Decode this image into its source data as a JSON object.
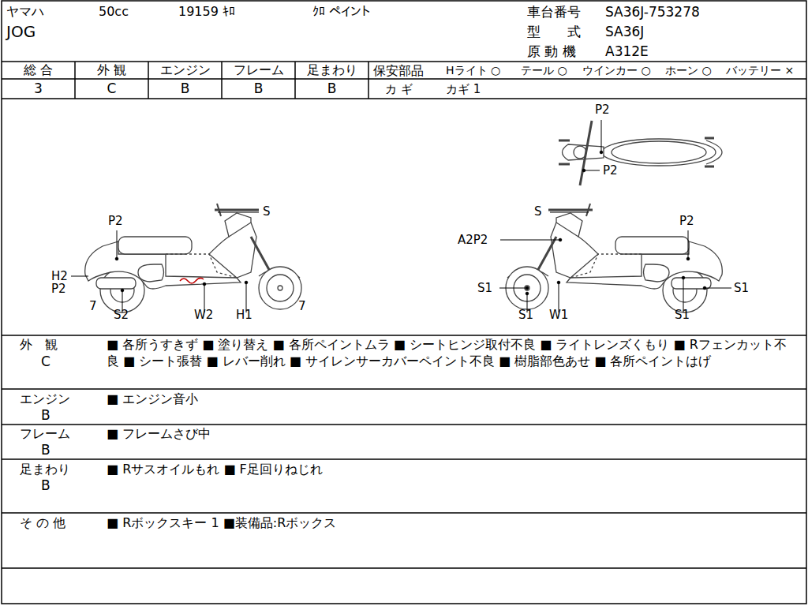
{
  "diagram": {
    "labels": [
      "ヤマハ",
      "50cc",
      "19159 ｷﾛ",
      "ｸﾛ ペイント",
      "車台番号",
      "SA36J-753278",
      "JOG",
      "型　　式",
      "SA36J",
      "原 動 機",
      "A312E",
      "総 合",
      "外 観",
      "エンジン",
      "フレーム",
      "足まわり",
      "保安部品",
      "Hライト ○",
      "テール ○",
      "ウインカー ○",
      "ホーン ○",
      "バッテリー ×",
      "3",
      "C",
      "B",
      "B",
      "B",
      "カ ギ",
      "カギ 1",
      "P2",
      "P2",
      "P2",
      "S",
      "S",
      "A2P2",
      "P2",
      "H2",
      "P2",
      "S1",
      "S1",
      "7",
      "7",
      "S2",
      "W2",
      "H1",
      "S1",
      "W1",
      "S1",
      "外　観",
      "C",
      "■ 各所うすきず ■ 塗り替え ■ 各所ペイントムラ ■ シートヒンジ取付不良 ■ ライトレンズくもり ■ Rフェンカット不良 ■ シート張替 ■ レバー削れ ■ サイレンサーカバーペイント不良 ■ 樹脂部色あせ ■ 各所ペイントはげ",
      "エンジン",
      "B",
      "■ エンジン音小",
      "フレーム",
      "B",
      "■ フレームさび中",
      "足まわり",
      "B",
      "■ Rサスオイルもれ ■ F足回りねじれ",
      "そ の 他",
      "■ Rボックスキー 1 ■装備品:Rボックス"
    ]
  }
}
